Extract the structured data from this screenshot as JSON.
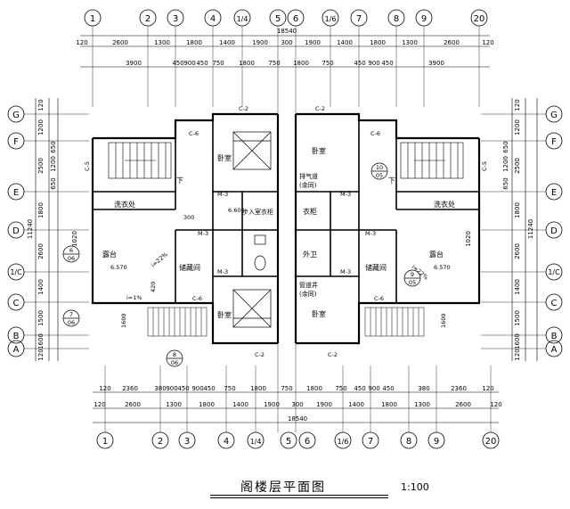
{
  "drawing": {
    "title": "阁楼层平面图",
    "scale": "1:100"
  },
  "axes_x": [
    "1",
    "2",
    "3",
    "4",
    "1/4",
    "5",
    "6",
    "1/6",
    "7",
    "8",
    "9",
    "20"
  ],
  "axes_y": [
    "G",
    "F",
    "E",
    "D",
    "1/C",
    "C",
    "B",
    "A"
  ],
  "dims": {
    "overall": "18540",
    "top_row1": [
      "120",
      "2600",
      "1300",
      "1800",
      "1400",
      "1900",
      "300",
      "1900",
      "1400",
      "1800",
      "1300",
      "2600",
      "120"
    ],
    "top_row2": [
      "3900",
      "450",
      "900",
      "450",
      "750",
      "1800",
      "750",
      "1800",
      "750",
      "450",
      "900",
      "450",
      "3900"
    ],
    "bottom_row1": [
      "120",
      "2360",
      "380",
      "900",
      "450",
      "900",
      "450",
      "750",
      "1800",
      "750",
      "1800",
      "750",
      "450",
      "900",
      "450",
      "380",
      "2360",
      "120"
    ],
    "bottom_row2": [
      "120",
      "2600",
      "1300",
      "1800",
      "1400",
      "1900",
      "300",
      "1900",
      "1400",
      "1800",
      "1300",
      "2600",
      "120"
    ],
    "left_col1": [
      "120",
      "1200",
      "650",
      "1200",
      "650",
      "1020",
      "1400",
      "1500",
      "1600",
      "120"
    ],
    "left_col2": [
      "2500",
      "1800",
      "2600",
      "11240"
    ],
    "right_col1": [
      "120",
      "1200",
      "650",
      "1200",
      "650",
      "1020",
      "1400",
      "1500",
      "1600",
      "120"
    ],
    "right_col2": [
      "2500",
      "1800",
      "2600",
      "11240"
    ],
    "stair_dims": [
      "1600",
      "1600",
      "300",
      "420"
    ]
  },
  "rooms": {
    "bedroom": "卧室",
    "laundry": "洗衣处",
    "terrace": "露台",
    "storage": "储藏间",
    "walk_in": "步入室衣柜",
    "closet": "衣柜",
    "bath": "外卫",
    "exhaust": "排气道",
    "exhaust_note": "(余同)",
    "riser": "管道井",
    "riser_note": "(余同)",
    "down": "下"
  },
  "tags": {
    "window_c2": "C-2",
    "window_c5": "C-5",
    "window_c6": "C-6",
    "door_m3": "M-3",
    "elev_terrace": "6.570",
    "elev_center": "6.600",
    "slope_1": "i=1%",
    "slope_22": "i=22%",
    "detail_6": "6",
    "detail_7": "7",
    "detail_8": "8",
    "detail_9": "9",
    "detail_10": "10",
    "detail_sheet": "06",
    "detail_sheet_05": "05"
  }
}
